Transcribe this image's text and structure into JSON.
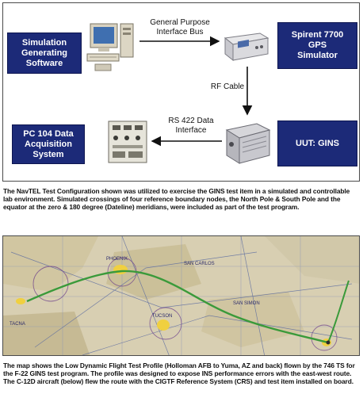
{
  "diagram": {
    "boxes": {
      "sim_software": "Simulation\nGenerating\nSoftware",
      "spirent": "Spirent 7700\nGPS\nSimulator",
      "pc104": "PC 104 Data\nAcquisition\nSystem",
      "uut": "UUT: GINS"
    },
    "labels": {
      "gpib": "General Purpose\nInterface Bus",
      "rf_cable": "RF Cable",
      "rs422": "RS 422 Data\nInterface"
    },
    "colors": {
      "box_fill": "#1c2a78",
      "route": "#3a9a3a"
    }
  },
  "caption_top": "The NavTEL Test Configuration shown was utilized to exercise the GINS test item in a simulated and controllable lab environment. Simulated crossings of four reference boundary nodes, the North Pole & South Pole and the equator at the zero & 180 degree (Dateline) meridians, were included as part of the test program.",
  "map": {
    "labels": {
      "phoenix": "PHOENIX",
      "tucson": "TUCSON",
      "san_carlos": "SAN CARLOS",
      "san_simon": "SAN SIMON",
      "tacna": "TACNA"
    }
  },
  "caption_bottom": "The map shows the Low Dynamic Flight Test Profile (Holloman AFB to Yuma, AZ and back) flown by the 746 TS for the F-22 GINS test program. The profile was designed to expose INS performance errors with the east-west route. The C-12D aircraft (below) flew the route with the CIGTF Reference System (CRS) and test item installed on board."
}
